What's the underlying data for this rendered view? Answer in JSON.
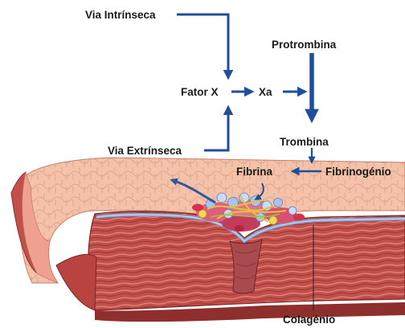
{
  "labels": {
    "via_intrinseca": "Via Intrínseca",
    "via_extrinseca": "Via Extrínseca",
    "fator_x": "Fator X",
    "xa": "Xa",
    "protrombina": "Protrombina",
    "trombina": "Trombina",
    "fibrinogenio": "Fibrinogénio",
    "fibrina": "Fibrina",
    "colagenio": "Colagénio"
  },
  "colors": {
    "arrow": "#1f4e9c",
    "endothelium": "#f3c2a8",
    "vessel_wall": "#b8433f",
    "muscle_stripe": "#d4736a",
    "basement_membrane": "#7aa7dc",
    "collagen_core": "#9e3b3f"
  }
}
